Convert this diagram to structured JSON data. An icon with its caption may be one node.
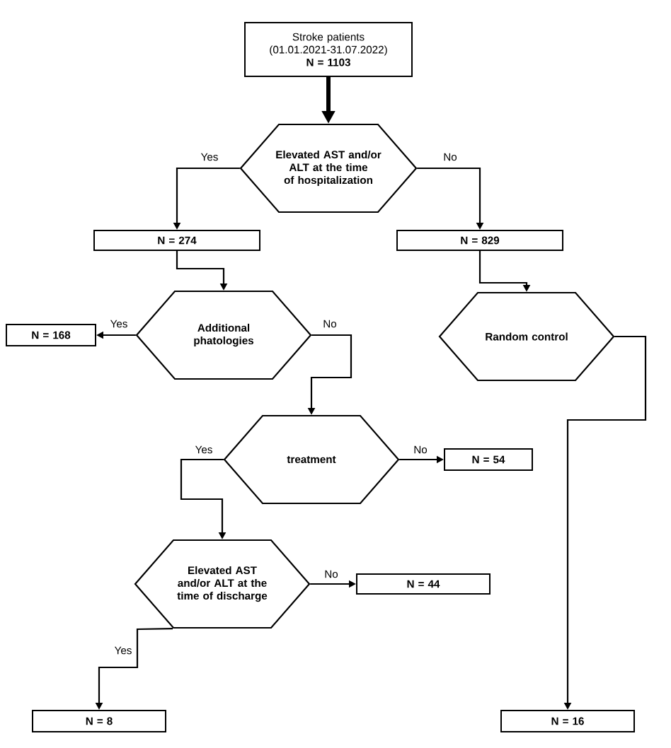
{
  "diagram": {
    "nodes": [
      {
        "text": [
          "Stroke patients (01.01.2021-31.07.2022)",
          "N = 1103"
        ]
      },
      {
        "text": [
          "Elevated AST and/or ALT at the time of hospitalization"
        ]
      },
      {
        "text": [
          "N = 274"
        ]
      },
      {
        "text": [
          "N = 829"
        ]
      },
      {
        "text": [
          "Additional phatologies"
        ]
      },
      {
        "text": [
          "N = 168"
        ]
      },
      {
        "text": [
          "Random control"
        ]
      },
      {
        "text": [
          "treatment"
        ]
      },
      {
        "text": [
          "N = 54"
        ]
      },
      {
        "text": [
          "Elevated AST and/or ALT at the time of discharge"
        ]
      },
      {
        "text": [
          "N = 44"
        ]
      },
      {
        "text": [
          "N = 8"
        ]
      },
      {
        "text": [
          "N = 16"
        ]
      }
    ],
    "edges": [
      {
        "from": 0,
        "to": 1,
        "arrow": "to",
        "style": "thick"
      },
      {
        "from": 1,
        "to": 2,
        "arrow": "to",
        "label": "Yes"
      },
      {
        "from": 1,
        "to": 3,
        "arrow": "to",
        "label": "No"
      },
      {
        "from": 2,
        "to": 4,
        "arrow": "to"
      },
      {
        "from": 4,
        "to": 5,
        "arrow": "to",
        "label": "Yes"
      },
      {
        "from": 4,
        "to": 7,
        "arrow": "to",
        "label": "No"
      },
      {
        "from": 3,
        "to": 6,
        "arrow": "to"
      },
      {
        "from": 6,
        "to": 12,
        "arrow": "to"
      },
      {
        "from": 7,
        "to": 8,
        "arrow": "to",
        "label": "No"
      },
      {
        "from": 7,
        "to": 9,
        "arrow": "to",
        "label": "Yes"
      },
      {
        "from": 9,
        "to": 10,
        "arrow": "to",
        "label": "No"
      },
      {
        "from": 9,
        "to": 11,
        "arrow": "to",
        "label": "Yes"
      }
    ]
  }
}
